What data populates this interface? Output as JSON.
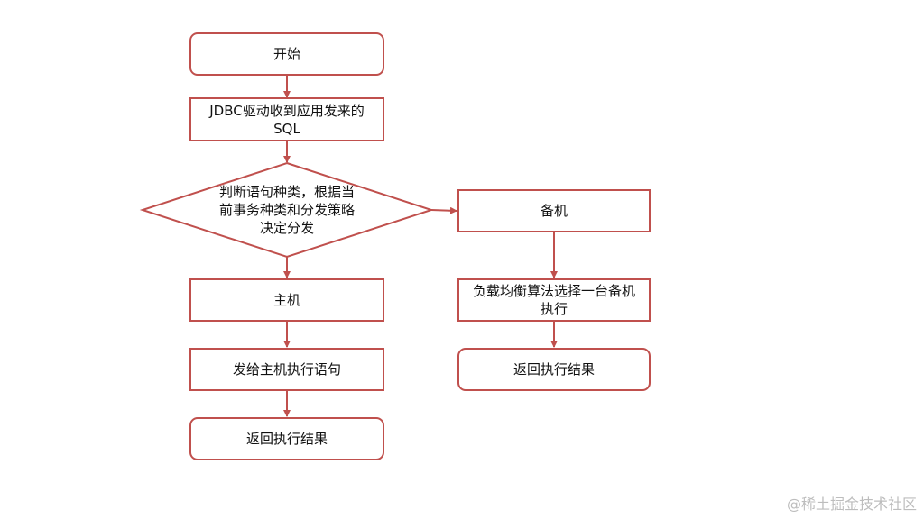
{
  "colors": {
    "stroke": "#c0504d",
    "text": "#111111",
    "watermark": "#bdbdbd"
  },
  "nodes": {
    "start": "开始",
    "jdbc": "JDBC驱动收到应用发来的SQL",
    "decision": "判断语句种类，根据当前事务种类和分发策略决定分发",
    "master": "主机",
    "master_exec": "发给主机执行语句",
    "master_return": "返回执行结果",
    "slave": "备机",
    "slave_lb": "负载均衡算法选择一台备机执行",
    "slave_return": "返回执行结果"
  },
  "watermark": "@稀土掘金技术社区"
}
